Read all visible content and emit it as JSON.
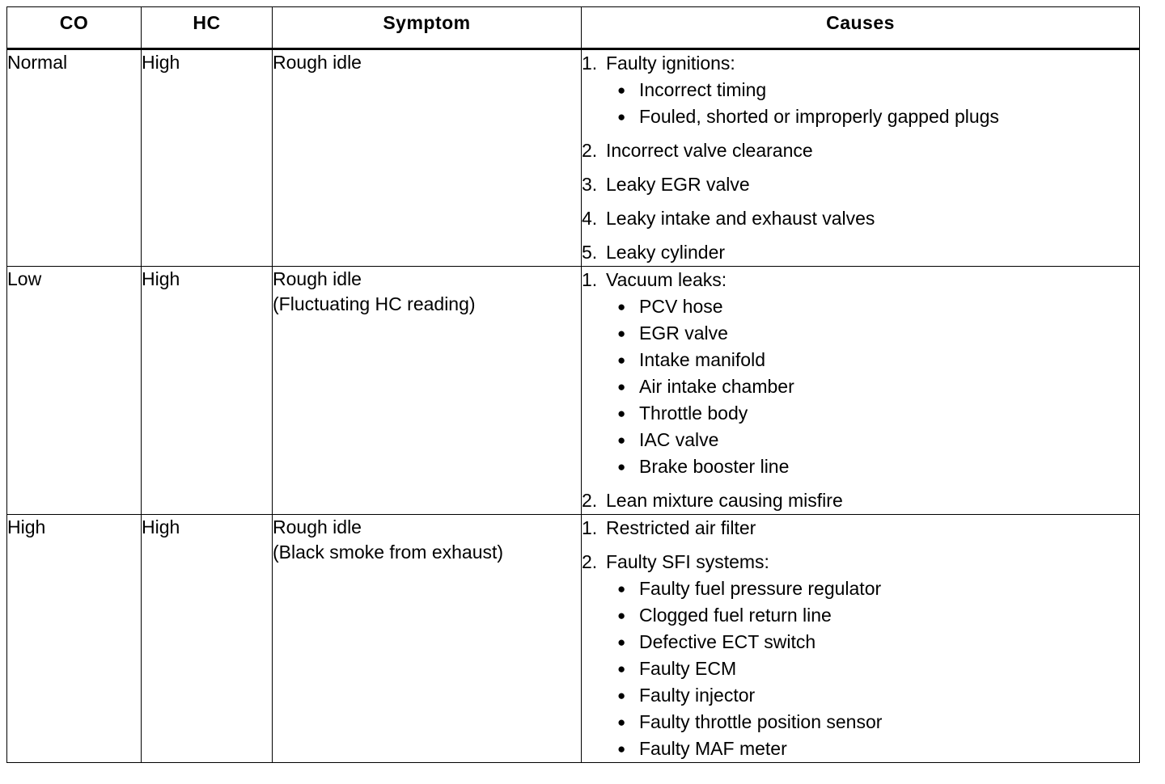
{
  "table": {
    "headers": [
      "CO",
      "HC",
      "Symptom",
      "Causes"
    ],
    "rows": [
      {
        "co": "Normal",
        "hc": "High",
        "symptom": "Rough idle",
        "causes": [
          {
            "number": "1.",
            "text": "Faulty ignitions:",
            "sub": [
              "Incorrect timing",
              "Fouled, shorted or improperly gapped plugs"
            ]
          },
          {
            "number": "2.",
            "text": "Incorrect valve clearance",
            "sub": []
          },
          {
            "number": "3.",
            "text": "Leaky EGR valve",
            "sub": []
          },
          {
            "number": "4.",
            "text": "Leaky intake and exhaust valves",
            "sub": []
          },
          {
            "number": "5.",
            "text": "Leaky cylinder",
            "sub": []
          }
        ]
      },
      {
        "co": "Low",
        "hc": "High",
        "symptom": "Rough idle\n(Fluctuating HC reading)",
        "causes": [
          {
            "number": "1.",
            "text": "Vacuum leaks:",
            "sub": [
              "PCV hose",
              "EGR valve",
              "Intake manifold",
              "Air intake chamber",
              "Throttle body",
              "IAC valve",
              "Brake booster line"
            ]
          },
          {
            "number": "2.",
            "text": "Lean mixture causing misfire",
            "sub": []
          }
        ]
      },
      {
        "co": "High",
        "hc": "High",
        "symptom": "Rough idle\n(Black smoke from exhaust)",
        "causes": [
          {
            "number": "1.",
            "text": "Restricted air filter",
            "sub": []
          },
          {
            "number": "2.",
            "text": "Faulty SFI systems:",
            "sub": [
              "Faulty fuel pressure regulator",
              "Clogged fuel return line",
              "Defective ECT switch",
              "Faulty ECM",
              "Faulty injector",
              "Faulty throttle position sensor",
              "Faulty MAF meter"
            ]
          }
        ]
      }
    ],
    "bullet_glyph": "●"
  }
}
